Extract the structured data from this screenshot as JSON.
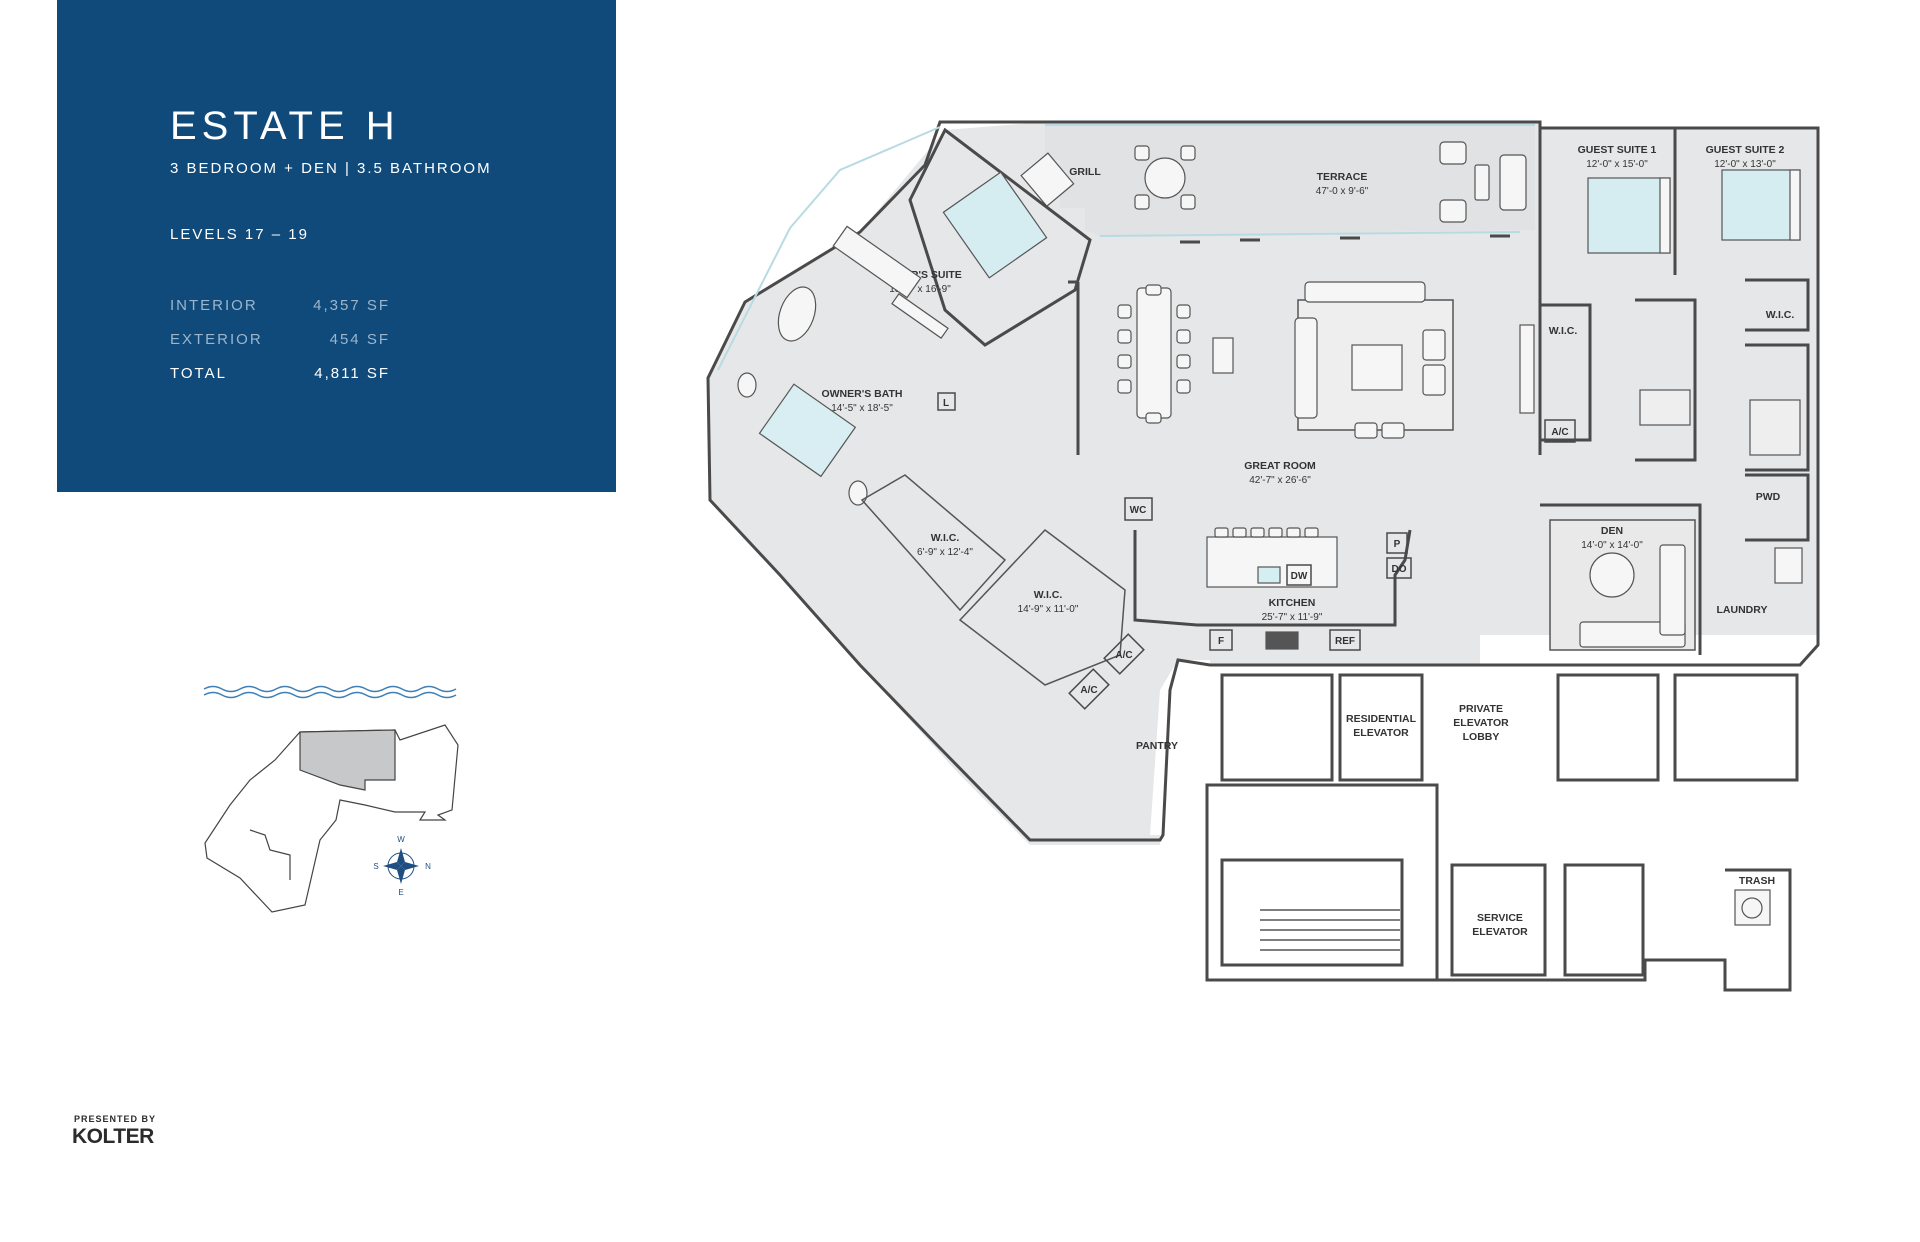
{
  "header": {
    "title": "ESTATE H",
    "subtitle": "3 BEDROOM + DEN | 3.5 BATHROOM",
    "levels": "LEVELS 17 – 19"
  },
  "stats": [
    {
      "label": "INTERIOR",
      "value": "4,357 SF"
    },
    {
      "label": "EXTERIOR",
      "value": "454 SF"
    },
    {
      "label": "TOTAL",
      "value": "4,811 SF"
    }
  ],
  "footer": {
    "presented_by": "PRESENTED BY",
    "brand": "KOLTER"
  },
  "compass": {
    "w": "W",
    "s": "S",
    "n": "N",
    "e": "E"
  },
  "colors": {
    "panel": "#0f4a7a",
    "floor_fill": "#e6e7e8",
    "wall": "#4a4a4a",
    "glass": "#b8dbe3",
    "water": "#3f7fb5"
  },
  "rooms": {
    "grill": {
      "name": "GRILL"
    },
    "terrace": {
      "name": "TERRACE",
      "dims": "47'-0 x 9'-6\""
    },
    "owners_suite": {
      "name": "OWNER'S SUITE",
      "dims": "18'-0\" x 16'-9\""
    },
    "owners_bath": {
      "name": "OWNER'S BATH",
      "dims": "14'-5\" x 18'-5\""
    },
    "wic1": {
      "name": "W.I.C.",
      "dims": "6'-9\" x 12'-4\""
    },
    "wic2": {
      "name": "W.I.C.",
      "dims": "14'-9\" x 11'-0\""
    },
    "great_room": {
      "name": "GREAT ROOM",
      "dims": "42'-7\" x 26'-6\""
    },
    "kitchen": {
      "name": "KITCHEN",
      "dims": "25'-7\" x 11'-9\""
    },
    "guest1": {
      "name": "GUEST SUITE 1",
      "dims": "12'-0\" x 15'-0\""
    },
    "guest2": {
      "name": "GUEST SUITE 2",
      "dims": "12'-0\" x 13'-0\""
    },
    "den": {
      "name": "DEN",
      "dims": "14'-0\" x 14'-0\""
    },
    "wic_g1": {
      "name": "W.I.C."
    },
    "wic_g2": {
      "name": "W.I.C."
    },
    "pwd": {
      "name": "PWD"
    },
    "laundry": {
      "name": "LAUNDRY"
    },
    "pantry": {
      "name": "PANTRY"
    },
    "res_elevator": {
      "line1": "RESIDENTIAL",
      "line2": "ELEVATOR"
    },
    "priv_lobby": {
      "line1": "PRIVATE",
      "line2": "ELEVATOR",
      "line3": "LOBBY"
    },
    "svc_elevator": {
      "line1": "SERVICE",
      "line2": "ELEVATOR"
    },
    "trash": {
      "name": "TRASH"
    }
  },
  "labels": {
    "wc": "WC",
    "ac": "A/C",
    "l": "L",
    "p": "P",
    "do": "DO",
    "dw": "DW",
    "f": "F",
    "ref": "REF"
  }
}
